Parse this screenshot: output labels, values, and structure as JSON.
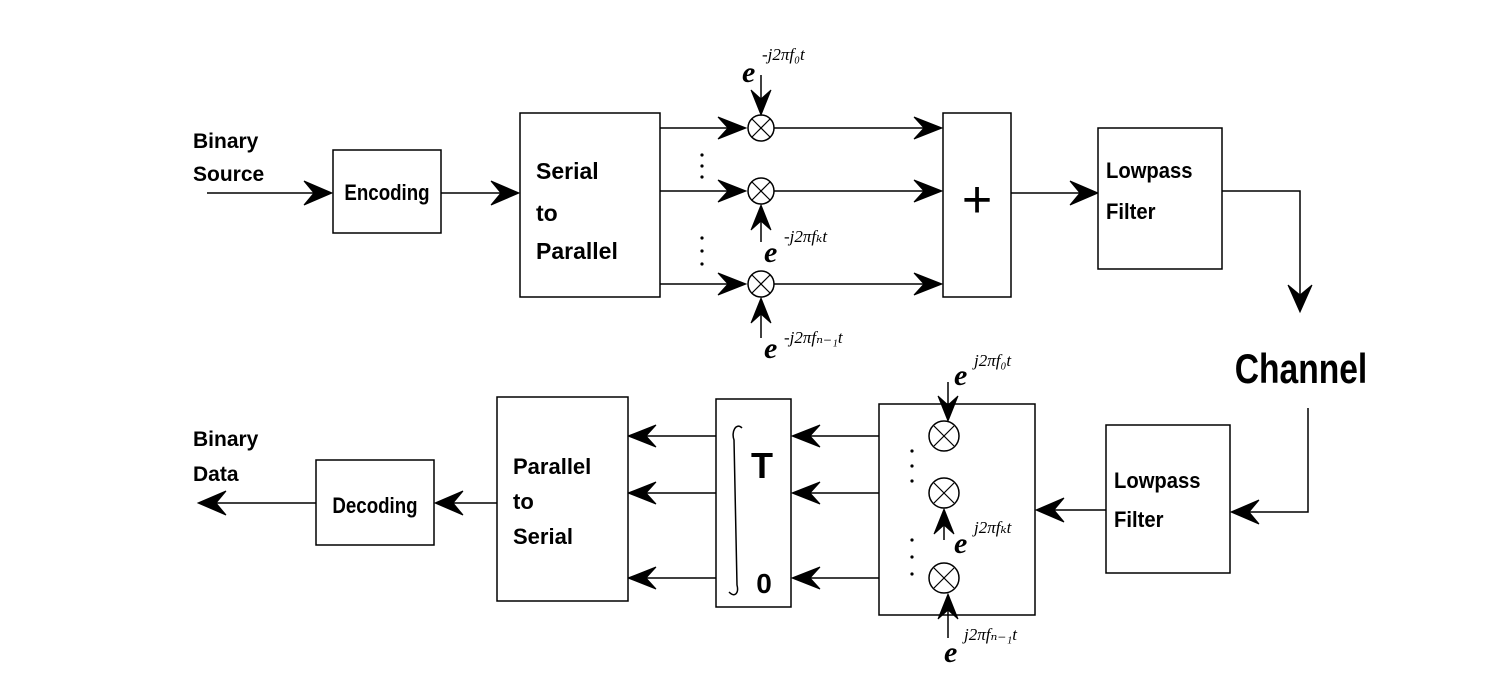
{
  "transmitter": {
    "input_label_line1": "Binary",
    "input_label_line2": "Source",
    "encoding_label": "Encoding",
    "s2p_line1": "Serial",
    "s2p_line2": "to",
    "s2p_line3": "Parallel",
    "sum_symbol": "+",
    "lpf_line1": "Lowpass",
    "lpf_line2": "Filter",
    "carrier_top": {
      "base": "e",
      "exp": "-j2πf₀t"
    },
    "carrier_mid": {
      "base": "e",
      "exp": "-j2πfₖt"
    },
    "carrier_bot": {
      "base": "e",
      "exp": "-j2πfₙ₋₁t"
    }
  },
  "channel_label": "Channel",
  "receiver": {
    "lpf_line1": "Lowpass",
    "lpf_line2": "Filter",
    "carrier_top": {
      "base": "e",
      "exp": "j2πf₀t"
    },
    "carrier_mid": {
      "base": "e",
      "exp": "j2πfₖt"
    },
    "carrier_bot": {
      "base": "e",
      "exp": "j2πfₙ₋₁t"
    },
    "integrator_upper": "T",
    "integrator_lower": "0",
    "p2s_line1": "Parallel",
    "p2s_line2": "to",
    "p2s_line3": "Serial",
    "decoding_label": "Decoding",
    "output_label_line1": "Binary",
    "output_label_line2": "Data"
  }
}
